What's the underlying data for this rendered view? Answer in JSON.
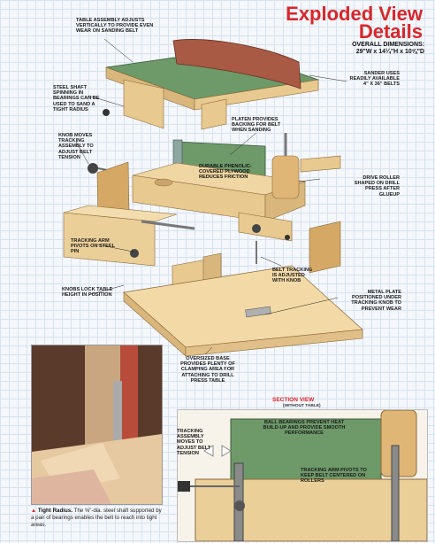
{
  "header": {
    "title_line1": "Exploded View",
    "title_line2": "Details",
    "dims_line1": "OVERALL DIMENSIONS:",
    "dims_line2": "29\"W x 14¼\"H x 10⅝\"D"
  },
  "labels": {
    "table_assembly": "TABLE ASSEMBLY ADJUSTS VERTICALLY TO PROVIDE EVEN WEAR ON SANDING BELT",
    "sander_uses": "SANDER USES READILY AVAILABLE 4\" x 36\" BELTS",
    "steel_shaft": "STEEL SHAFT SPINNING IN BEARINGS CAN BE USED TO SAND A TIGHT RADIUS",
    "platen": "PLATEN PROVIDES BACKING FOR BELT WHEN SANDING",
    "knob_moves": "KNOB MOVES TRACKING ASSEMBLY TO ADJUST BELT TENSION",
    "phenolic": "DURABLE PHENOLIC-COVERED PLYWOOD REDUCES FRICTION",
    "drive_roller": "DRIVE ROLLER SHAPED ON DRILL PRESS AFTER GLUEUP",
    "tracking_arm": "TRACKING ARM PIVOTS ON STEEL PIN",
    "belt_tracking": "BELT TRACKING IS ADJUSTED WITH KNOB",
    "knobs_lock": "KNOBS LOCK TABLE HEIGHT IN POSITION",
    "metal_plate": "METAL PLATE POSITIONED UNDER TRACKING KNOB TO PREVENT WEAR",
    "oversized_base": "OVERSIZED BASE PROVIDES PLENTY OF CLAMPING AREA FOR ATTACHING TO DRILL PRESS TABLE"
  },
  "section_view": {
    "title": "SECTION VIEW",
    "subtitle": "(WITHOUT TABLE)",
    "ball_bearings": "BALL BEARINGS PREVENT HEAT BUILD-UP AND PROVIDE SMOOTH PERFORMANCE",
    "tracking_moves": "TRACKING ASSEMBLY MOVES TO ADJUST BELT TENSION",
    "arm_pivots": "TRACKING ARM PIVOTS TO KEEP BELT CENTERED ON ROLLERS"
  },
  "caption": {
    "marker": "▲",
    "bold": "Tight Radius.",
    "text": " The ⅝\"-dia. steel shaft supported by a pair of bearings enables the belt to reach into tight areas."
  },
  "colors": {
    "title_red": "#d9262a",
    "wood": "#e8c98f",
    "phenolic_green": "#6e9a6a",
    "belt_red": "#a85a45",
    "grid_blue": "#d7e3f1"
  }
}
